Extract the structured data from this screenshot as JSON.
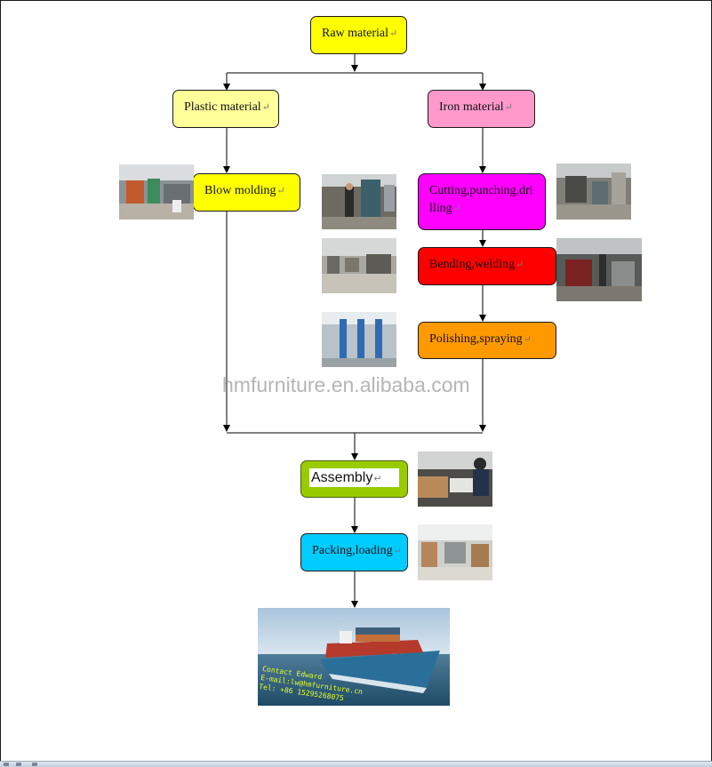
{
  "diagram": {
    "nodes": {
      "raw_material": "Raw material",
      "plastic_material": "Plastic material",
      "iron_material": "Iron material",
      "blow_molding": "Blow molding",
      "cutting_line1": "Cutting,punching,dri",
      "cutting_line2": "lling",
      "bending_welding": "Bending,welding",
      "polishing_spraying": "Polishing,spraying",
      "assembly": "Assembly",
      "packing_loading": "Packing,loading"
    },
    "paragraph_mark": "↵",
    "colors": {
      "raw_material": "#ffff00",
      "plastic_material": "#ffff99",
      "iron_material": "#ff99cc",
      "blow_molding": "#ffff00",
      "cutting": "#ff00ff",
      "bending": "#ff0000",
      "polishing": "#ff9900",
      "assembly": "#99cc00",
      "packing": "#00ccff"
    }
  },
  "watermark": "hmfurniture.en.alibaba.com",
  "ship_caption": {
    "line1": "Contact Edward",
    "line2": "E-mail:lw@hmfurniture.cn",
    "line3": "Tel: +86 15295268075"
  }
}
